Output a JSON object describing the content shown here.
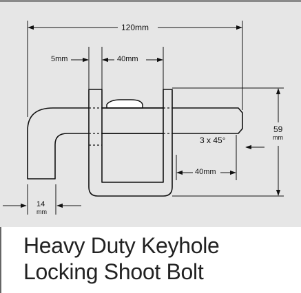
{
  "dimensions": {
    "overall_length": "120mm",
    "offset": "5mm",
    "keeper_width": "40mm",
    "height_value": "59",
    "height_unit": "mm",
    "chamfer": "3 x 45°",
    "tip_length": "40mm",
    "bar_value": "14",
    "bar_unit": "mm"
  },
  "caption": {
    "line1": "Heavy Duty Keyhole",
    "line2": "Locking Shoot Bolt"
  },
  "colors": {
    "background": "#e6e6e6",
    "line": "#111111",
    "caption_text": "#222222"
  }
}
